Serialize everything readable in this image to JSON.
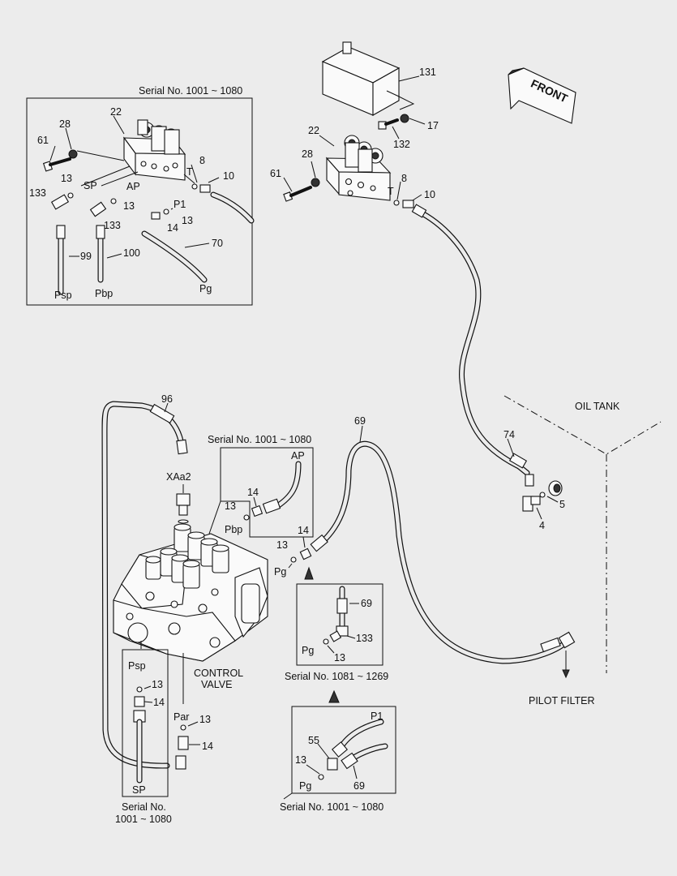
{
  "diagram": {
    "front_label": "FRONT",
    "oil_tank_label": "OIL TANK",
    "pilot_filter_label": "PILOT FILTER",
    "control_valve_label_1": "CONTROL",
    "control_valve_label_2": "VALVE",
    "serial_1001_1080": "Serial No. 1001 ~ 1080",
    "serial_1081_1269": "Serial No. 1081 ~ 1269",
    "serial_short_1": "Serial No.",
    "serial_short_2": "1001 ~ 1080",
    "ports": {
      "sp": "SP",
      "ap": "AP",
      "t": "T",
      "p1": "P1",
      "psp": "Psp",
      "pbp": "Pbp",
      "pg": "Pg",
      "xaa2": "XAa2",
      "par": "Par"
    },
    "parts": {
      "p4": "4",
      "p5": "5",
      "p8": "8",
      "p10": "10",
      "p13": "13",
      "p14": "14",
      "p17": "17",
      "p22": "22",
      "p28": "28",
      "p55": "55",
      "p61": "61",
      "p69": "69",
      "p70": "70",
      "p74": "74",
      "p96": "96",
      "p99": "99",
      "p100": "100",
      "p131": "131",
      "p132": "132",
      "p133": "133"
    }
  }
}
